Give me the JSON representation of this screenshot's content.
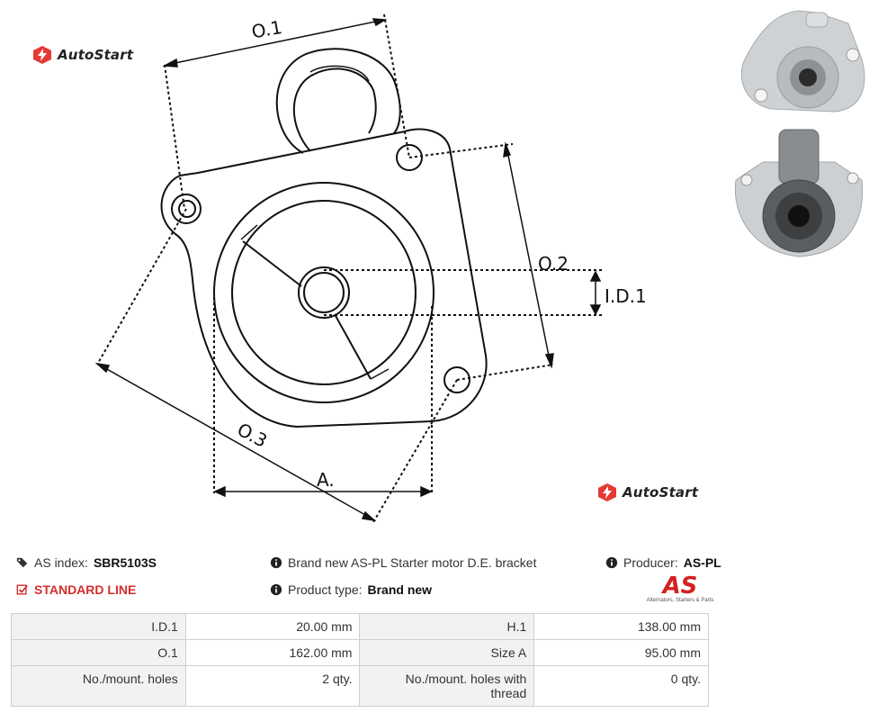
{
  "logo_text": "AutoStart",
  "diagram_labels": {
    "o1": "O.1",
    "o2": "O.2",
    "o3": "O.3",
    "id1": "I.D.1",
    "a": "A."
  },
  "info": {
    "as_index_label": "AS index:",
    "as_index_value": "SBR5103S",
    "standard_line": "STANDARD LINE",
    "description": "Brand new AS-PL Starter motor D.E. bracket",
    "product_type_label": "Product type:",
    "product_type_value": "Brand new",
    "producer_label": "Producer:",
    "producer_value": "AS-PL",
    "producer_logo": "AS",
    "producer_logo_sub": "Alternators, Starters & Parts"
  },
  "specs": [
    {
      "label1": "I.D.1",
      "value1": "20.00 mm",
      "label2": "H.1",
      "value2": "138.00 mm"
    },
    {
      "label1": "O.1",
      "value1": "162.00 mm",
      "label2": "Size A",
      "value2": "95.00 mm"
    },
    {
      "label1": "No./mount. holes",
      "value1": "2 qty.",
      "label2": "No./mount. holes with thread",
      "value2": "0 qty."
    }
  ],
  "colors": {
    "accent": "#d32f2f",
    "logo_red": "#e53935"
  }
}
